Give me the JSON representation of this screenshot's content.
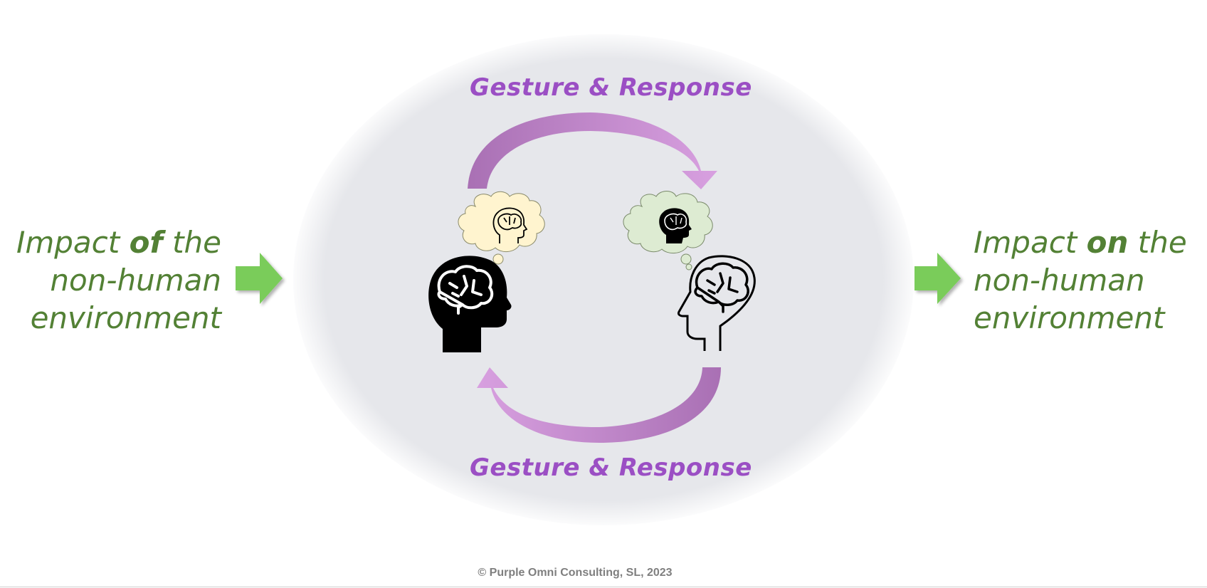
{
  "left_block": {
    "line1_pre": "Impact ",
    "line1_bold": "of",
    "line1_post": " the",
    "line2": "non-human",
    "line3": "environment"
  },
  "right_block": {
    "line1_pre": "Impact ",
    "line1_bold": "on",
    "line1_post": " the",
    "line2": "non-human",
    "line3": "environment"
  },
  "cycle": {
    "top_label": "Gesture & Response",
    "bottom_label": "Gesture & Response"
  },
  "footer": {
    "copyright": "© Purple Omni Consulting, SL, 2023"
  },
  "icons": {
    "left_person": "head-with-brain-solid-icon",
    "right_person": "head-with-brain-outline-icon",
    "left_thought": "thought-cloud-outline-head-icon",
    "right_thought": "thought-cloud-solid-head-icon",
    "input_arrow": "green-right-arrow-icon",
    "output_arrow": "green-right-arrow-icon"
  },
  "colors": {
    "accent_purple": "#9B4FC4",
    "arrow_purple_dark": "#A970B4",
    "arrow_purple_light": "#D8A0E0",
    "green_text": "#538135",
    "green_arrow": "#7ACC5A",
    "ellipse_fill": "#E6E7EB",
    "cloud_left_fill": "#FFF4CF",
    "cloud_right_fill": "#DDEBD2"
  }
}
